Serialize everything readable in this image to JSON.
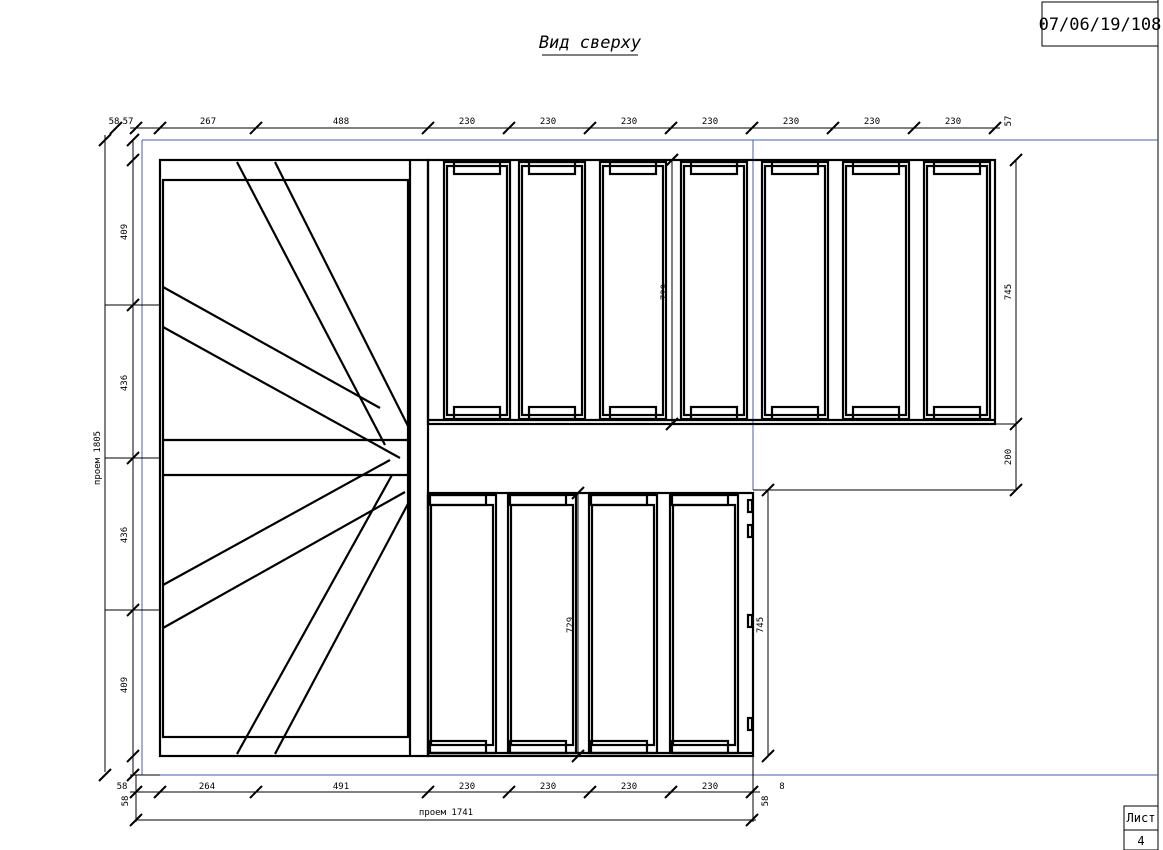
{
  "title": "Вид сверху",
  "doc_code": "07/06/19/108",
  "sheet": {
    "label": "Лист",
    "number": "4"
  },
  "dims_top": [
    "58",
    "57",
    "267",
    "488",
    "230",
    "230",
    "230",
    "230",
    "230",
    "230",
    "230",
    "57"
  ],
  "dims_bottom": [
    "58",
    "264",
    "491",
    "230",
    "230",
    "230",
    "230",
    "8"
  ],
  "dim_bottom_total": "проем 1741",
  "dim_bottom_side": "58",
  "dims_left": [
    "409",
    "436",
    "436",
    "409"
  ],
  "dim_left_total": "проем 1805",
  "dim_left_side": "58",
  "dims_right": [
    "745",
    "200"
  ],
  "dim_upper_flight_inner": "729",
  "dim_lower_flight_inner": "729",
  "dim_lower_flight_outer": "745"
}
